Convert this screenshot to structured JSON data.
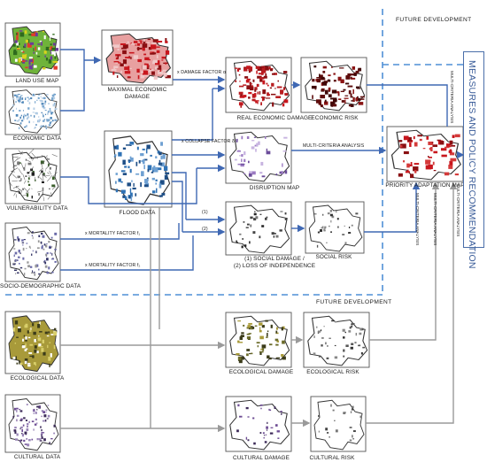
{
  "labels": {
    "land_use_map": "LAND USE MAP",
    "economic_data": "ECONOMIC DATA",
    "vulnerability_data": "VULNERABILITY DATA",
    "socio_demographic_data": "SOCIO-DEMOGRAPHIC DATA",
    "ecological_data": "ECOLOGICAL DATA",
    "cultural_data": "CULTURAL DATA",
    "maximal_economic_damage_1": "MAXIMAL ECONOMIC",
    "maximal_economic_damage_2": "DAMAGE",
    "flood_data": "FLOOD DATA",
    "real_economic_damage": "REAL ECONOMIC DAMAGE",
    "economic_risk": "ECONOMIC RISK",
    "disruption_map": "DISRUPTION MAP",
    "social_damage_1": "(1) SOCIAL DAMAGE /",
    "social_damage_2": "(2) LOSS OF INDEPENDENCE",
    "social_risk": "SOCIAL RISK",
    "priority_adaptation_map": "PRIORITY ADAPTATION MAP",
    "ecological_damage": "ECOLOGICAL DAMAGE",
    "ecological_risk": "ECOLOGICAL RISK",
    "cultural_damage": "CULTURAL DAMAGE",
    "cultural_risk": "CULTURAL RISK",
    "future_development_top": "FUTURE  DEVELOPMENT",
    "future_development_bottom": "FUTURE  DEVELOPMENT",
    "recommendation": "MEASURES AND POLICY RECOMMENDATION"
  },
  "edge_labels": {
    "damage_factor": "x DAMAGE FACTOR α",
    "collapse_factor": "x COLLAPSE FACTOR δ",
    "mortality_factor_1": "x MORTALITY FACTOR f₁",
    "mortality_factor_2": "x MORTALITY FACTOR f₂",
    "branch_1": "(1)",
    "branch_2": "(2)",
    "mca_disruption": "MULTI-CRITERIA ANALYSIS",
    "mca_1": "MULTI-CRITERIA ANALYSIS",
    "mca_2": "MULTI-CRITERIA ANALYSIS",
    "mca_3": "MULTI-CRITERIA ANALYSIS",
    "mca_4": "MULTI-CRITERIA ANALYSIS"
  },
  "colors": {
    "blue_arrow": "#3f68b3",
    "grey_arrow": "#9a9a9a",
    "dashed_border": "#4f8fd6",
    "economic_red": "#c8161d",
    "dark_red": "#5e0d0d",
    "disruption_purple": "#9b7ac2",
    "cultural_purple": "#6d4c93",
    "ecological_olive": "#a89a3a",
    "land_green": "#6fb33a",
    "economic_blue": "#7aa7cf",
    "flood_blue": "#2f72b5"
  }
}
